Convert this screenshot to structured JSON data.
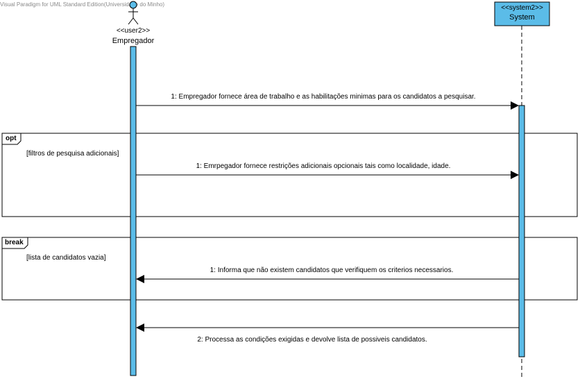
{
  "watermark": "Visual Paradigm for UML Standard Edition(Universidade do Minho)",
  "lifelines": {
    "actor": {
      "stereotype": "<<user2>>",
      "name": "Empregador"
    },
    "system": {
      "stereotype": "<<system2>>",
      "name": "System"
    }
  },
  "messages": {
    "m1": "1: Empregador fornece área de trabalho e as habilitações minimas para os candidatos a pesquisar.",
    "m_opt": "1: Emrpegador fornece restrições adicionais opcionais tais como localidade, idade.",
    "m_break": "1: Informa que não existem candidatos que verifiquem os criterios necessarios.",
    "m2": "2: Processa as condições exigidas e devolve lista de possiveis candidatos."
  },
  "fragments": {
    "opt": {
      "operator": "opt",
      "guard": "[filtros de pesquisa adicionais]"
    },
    "break": {
      "operator": "break",
      "guard": "[lista de candidatos vazia]"
    }
  },
  "colors": {
    "activation": "#5bbce8",
    "system_box": "#5bbce8",
    "line": "#000000"
  }
}
